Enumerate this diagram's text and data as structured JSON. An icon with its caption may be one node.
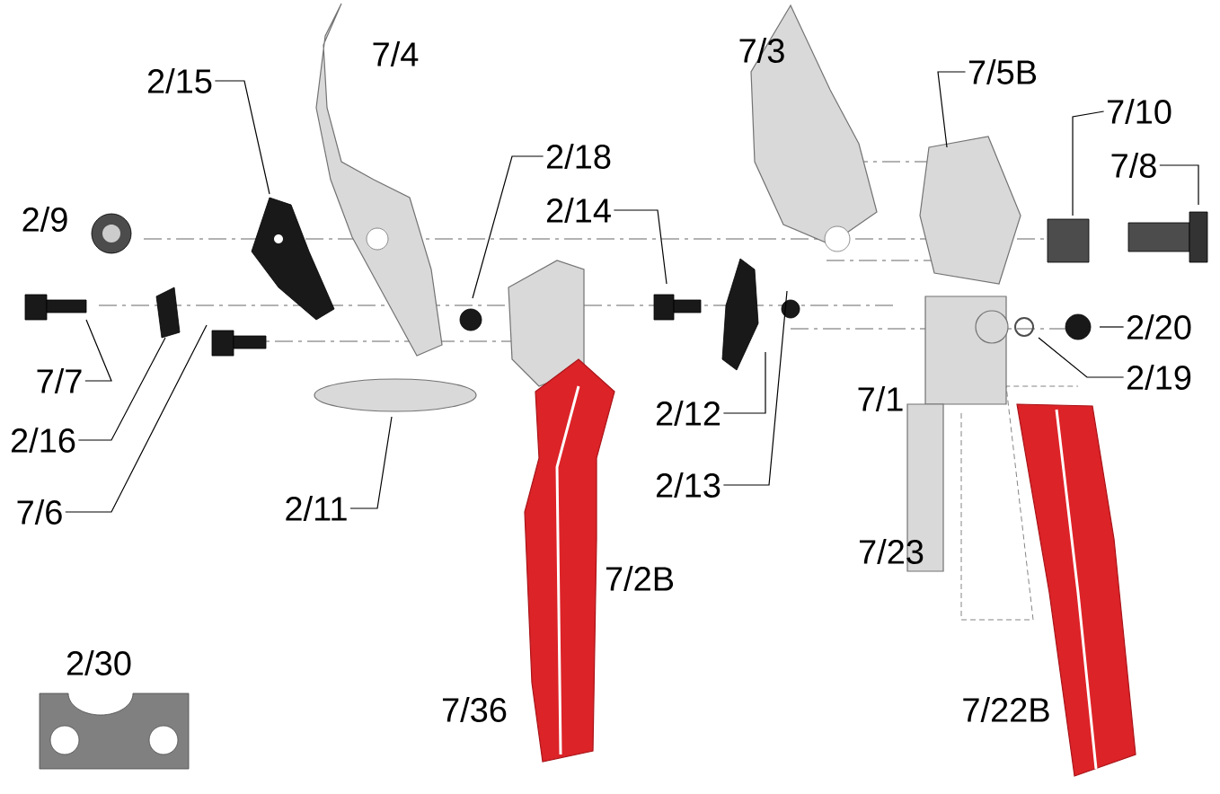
{
  "diagram": {
    "nodes": [
      {
        "text": [
          "2/15"
        ]
      },
      {
        "text": [
          "2/18"
        ]
      },
      {
        "text": [
          "2/14"
        ]
      },
      {
        "text": [
          "7/7"
        ]
      },
      {
        "text": [
          "2/16"
        ]
      },
      {
        "text": [
          "7/6"
        ]
      },
      {
        "text": [
          "2/11"
        ]
      },
      {
        "text": [
          "2/12"
        ]
      },
      {
        "text": [
          "2/13"
        ]
      },
      {
        "text": [
          "7/5B"
        ]
      },
      {
        "text": [
          "7/10"
        ]
      },
      {
        "text": [
          "7/8"
        ]
      },
      {
        "text": [
          "2/20"
        ]
      },
      {
        "text": [
          "2/19"
        ]
      }
    ],
    "edges": [
      {
        "from": 0,
        "to": null,
        "arrow": "none"
      },
      {
        "from": 1,
        "to": null,
        "arrow": "none"
      },
      {
        "from": 2,
        "to": null,
        "arrow": "none"
      },
      {
        "from": 3,
        "to": null,
        "arrow": "none"
      },
      {
        "from": 4,
        "to": null,
        "arrow": "none"
      },
      {
        "from": 5,
        "to": null,
        "arrow": "none"
      },
      {
        "from": 6,
        "to": null,
        "arrow": "none"
      },
      {
        "from": 7,
        "to": null,
        "arrow": "none"
      },
      {
        "from": 8,
        "to": null,
        "arrow": "none"
      },
      {
        "from": 9,
        "to": null,
        "arrow": "none"
      },
      {
        "from": 10,
        "to": null,
        "arrow": "none"
      },
      {
        "from": 11,
        "to": null,
        "arrow": "none"
      },
      {
        "from": 12,
        "to": null,
        "arrow": "none"
      },
      {
        "from": 13,
        "to": null,
        "arrow": "none"
      }
    ],
    "labels": [
      "7/3",
      "7/4",
      "2/9",
      "7/1",
      "7/23",
      "7/2B",
      "2/30",
      "7/36",
      "7/22B"
    ]
  }
}
